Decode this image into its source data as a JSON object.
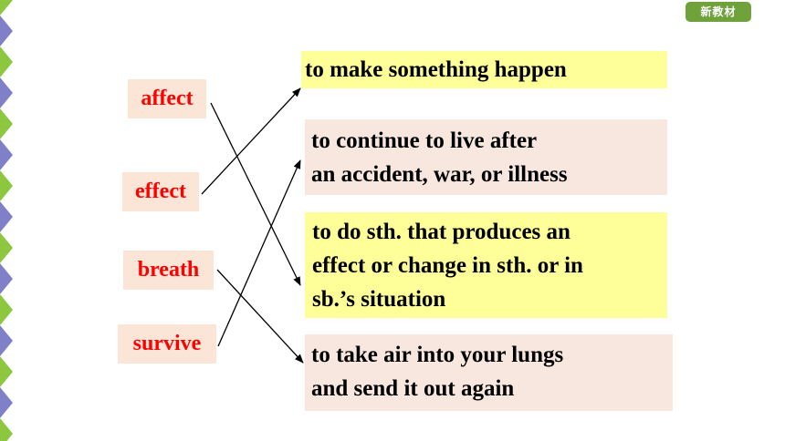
{
  "badge": "新教材",
  "colors": {
    "word_text": "#ff0000",
    "word_box": "#fbe5d6",
    "definition_yellow": "#ffff99",
    "definition_peach": "#f7e7df",
    "badge_green": "#6fa23a",
    "border_green": "#8dc63f",
    "border_purple": "#8080c8"
  },
  "words": [
    "affect",
    "effect",
    "breath",
    "survive"
  ],
  "definitions": [
    {
      "lines": [
        "to make something happen"
      ],
      "color": "yellow"
    },
    {
      "lines": [
        "to continue to live after",
        "an accident, war, or illness"
      ],
      "color": "peach"
    },
    {
      "lines": [
        "to do sth. that produces an",
        "effect or change in sth. or in",
        "sb.’s situation"
      ],
      "color": "yellow"
    },
    {
      "lines": [
        "to take air into your lungs",
        "and send it out again"
      ],
      "color": "peach"
    }
  ],
  "matches": [
    {
      "word": "affect",
      "definition_index": 2
    },
    {
      "word": "effect",
      "definition_index": 0
    },
    {
      "word": "breath",
      "definition_index": 3
    },
    {
      "word": "survive",
      "definition_index": 1
    }
  ]
}
